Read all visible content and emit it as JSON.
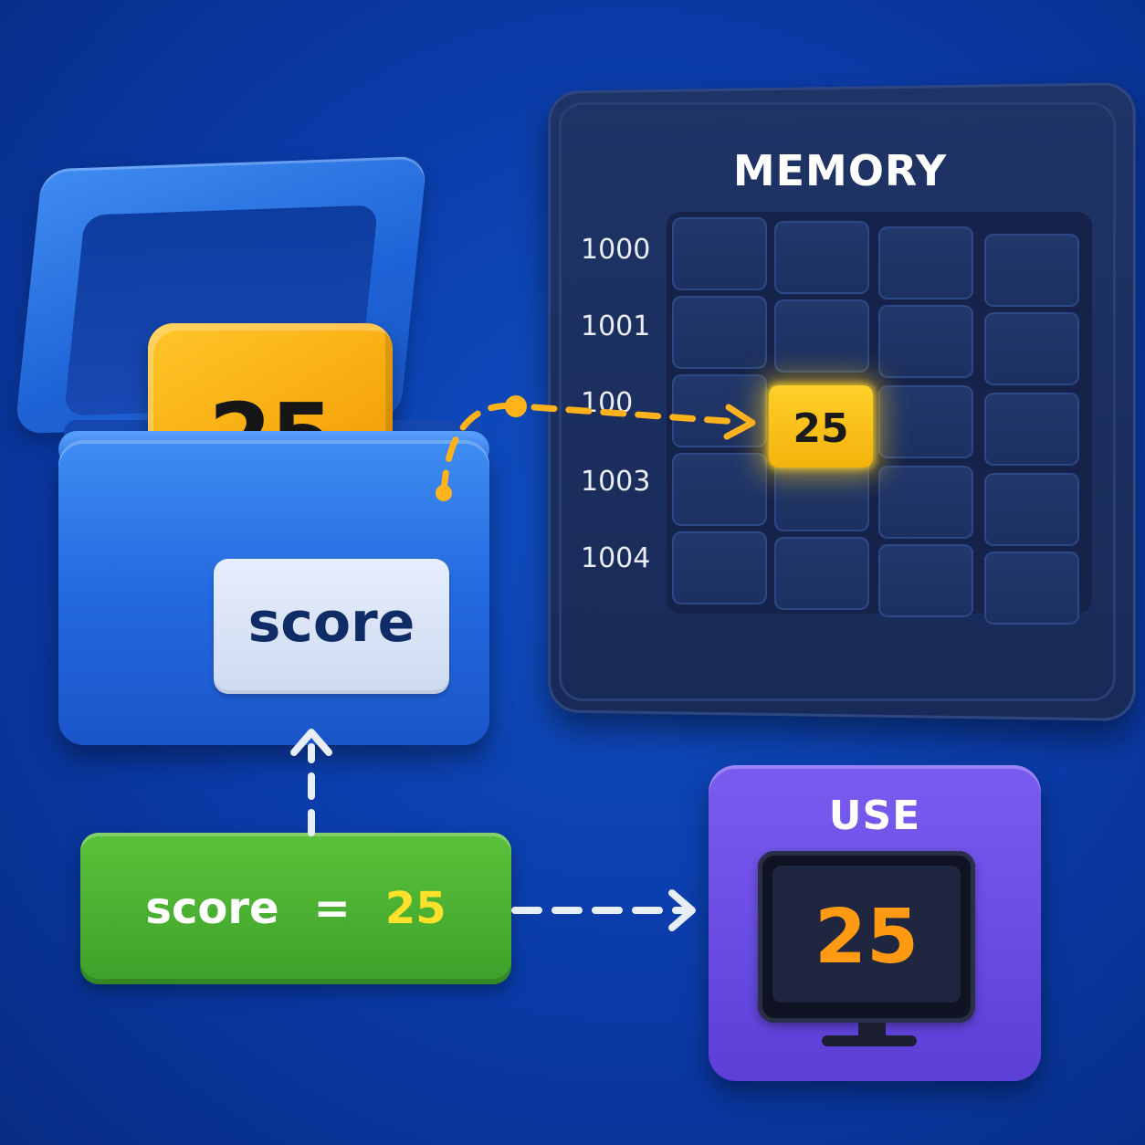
{
  "variable": {
    "name": "score",
    "value": "25"
  },
  "memory": {
    "title": "MEMORY",
    "addresses": [
      "1000",
      "1001",
      "100",
      "1003",
      "1004"
    ],
    "stored_value": "25",
    "highlight_color": "#f4b20c"
  },
  "assignment": {
    "variable": "score",
    "operator": "=",
    "value": "25"
  },
  "use": {
    "title": "USE",
    "display_value": "25"
  },
  "colors": {
    "background": "#0a3aa6",
    "box": "#2469df",
    "cube": "#f7a80d",
    "assignment_block": "#3da02a",
    "use_card": "#6a4ee6",
    "memory_panel": "#1c2f5e"
  }
}
